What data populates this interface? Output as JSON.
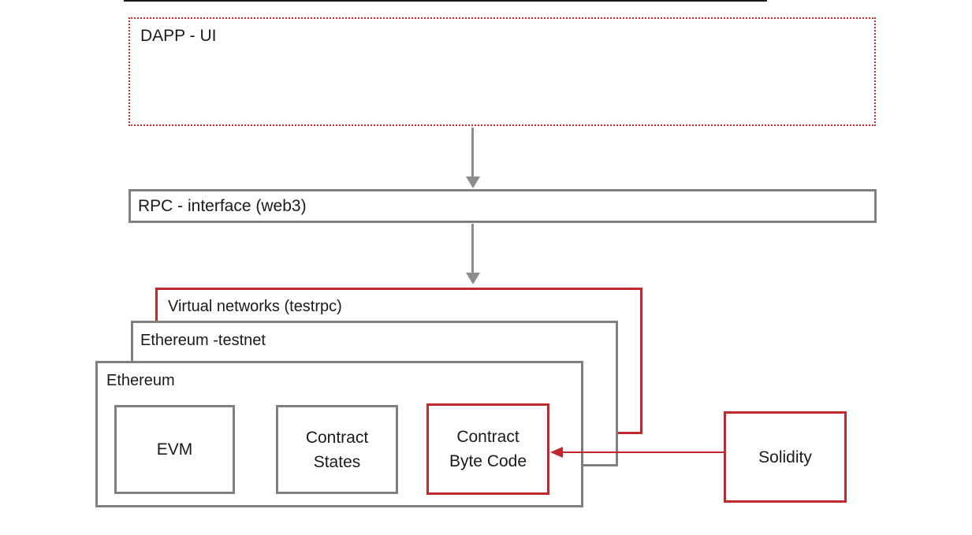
{
  "diagram": {
    "title_strip_note": "cropped dark strip at very top of image",
    "boxes": {
      "dapp": {
        "label": "DAPP - UI",
        "border": "red-dotted"
      },
      "rpc": {
        "label": "RPC - interface (web3)",
        "border": "gray"
      },
      "virtual_networks": {
        "label": "Virtual networks (testrpc)",
        "border": "red"
      },
      "ethereum_testnet": {
        "label": "Ethereum -testnet",
        "border": "gray"
      },
      "ethereum": {
        "label": "Ethereum",
        "border": "gray"
      },
      "evm": {
        "label": "EVM",
        "border": "gray"
      },
      "contract_states": {
        "label": "Contract States",
        "border": "gray"
      },
      "contract_byte_code": {
        "label": "Contract Byte Code",
        "border": "red"
      },
      "solidity": {
        "label": "Solidity",
        "border": "red"
      }
    },
    "arrows": [
      {
        "from": "dapp",
        "to": "rpc",
        "direction": "down",
        "color": "gray"
      },
      {
        "from": "rpc",
        "to": "virtual_networks",
        "direction": "down",
        "color": "gray"
      },
      {
        "from": "solidity",
        "to": "contract_byte_code",
        "direction": "left",
        "color": "red"
      }
    ],
    "colors": {
      "red": "#c0282d",
      "red_dotted": "#cd2b2b",
      "gray": "#7f7f7f",
      "arrow_gray": "#8c8c8c",
      "text": "#1a1a1a",
      "background": "#ffffff"
    }
  }
}
